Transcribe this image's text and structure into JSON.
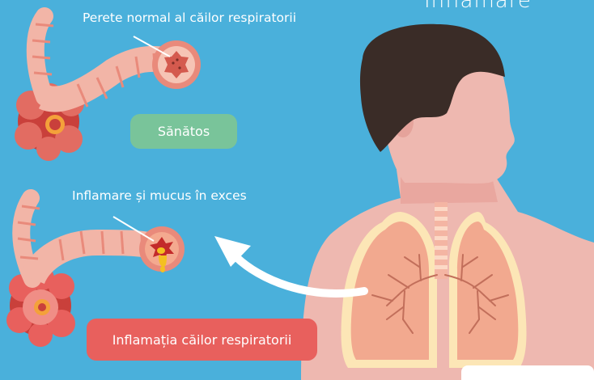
{
  "labels": {
    "healthy_wall": "Perete normal al căilor respiratorii",
    "inflamed_wall": "Inflamare și mucus în exces",
    "title_cut": "Inflamare"
  },
  "badges": {
    "healthy": "Sănătos",
    "inflammation": "Inflamația căilor respiratorii"
  },
  "colors": {
    "background": "#4ab0db",
    "airway": "#f2b5a7",
    "airway_ring": "#e98a7b",
    "skin": "#eeb8b0",
    "hair": "#3a2c27",
    "lung": "#f2a98f",
    "badge_green": "#79c49a",
    "badge_red": "#e8605d"
  }
}
